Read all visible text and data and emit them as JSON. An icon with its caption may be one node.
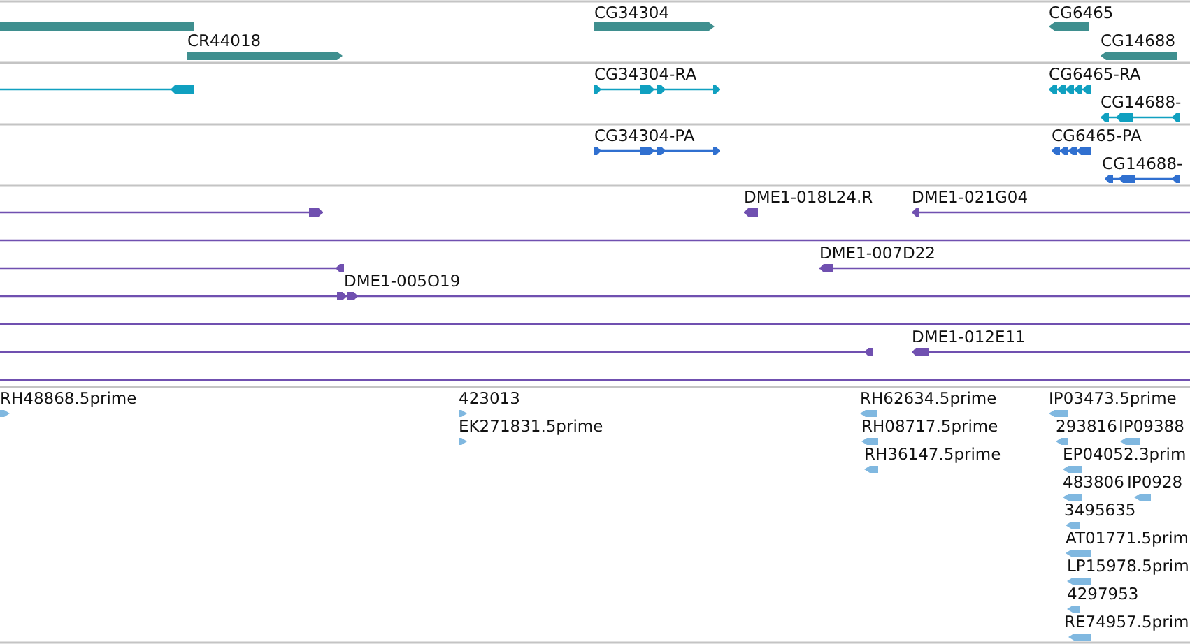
{
  "diagram": {
    "labels": [
      "CG34304",
      "CG6465",
      "CR44018",
      "CG14688",
      "CG34304-RA",
      "CG6465-RA",
      "CG14688-",
      "CG34304-PA",
      "CG6465-PA",
      "CG14688-",
      "DME1-018L24.R",
      "DME1-021G04",
      "DME1-007D22",
      "DME1-005O19",
      "DME1-012E11",
      "RH48868.5prime",
      "423013",
      "RH62634.5prime",
      "IP03473.5prime",
      "EK271831.5prime",
      "RH08717.5prime",
      "293816",
      "IP09388",
      "RH36147.5prime",
      "EP04052.3prim",
      "483806",
      "IP0928",
      "3495635",
      "AT01771.5prim",
      "LP15978.5prim",
      "4297953",
      "RE74957.5prim"
    ]
  }
}
